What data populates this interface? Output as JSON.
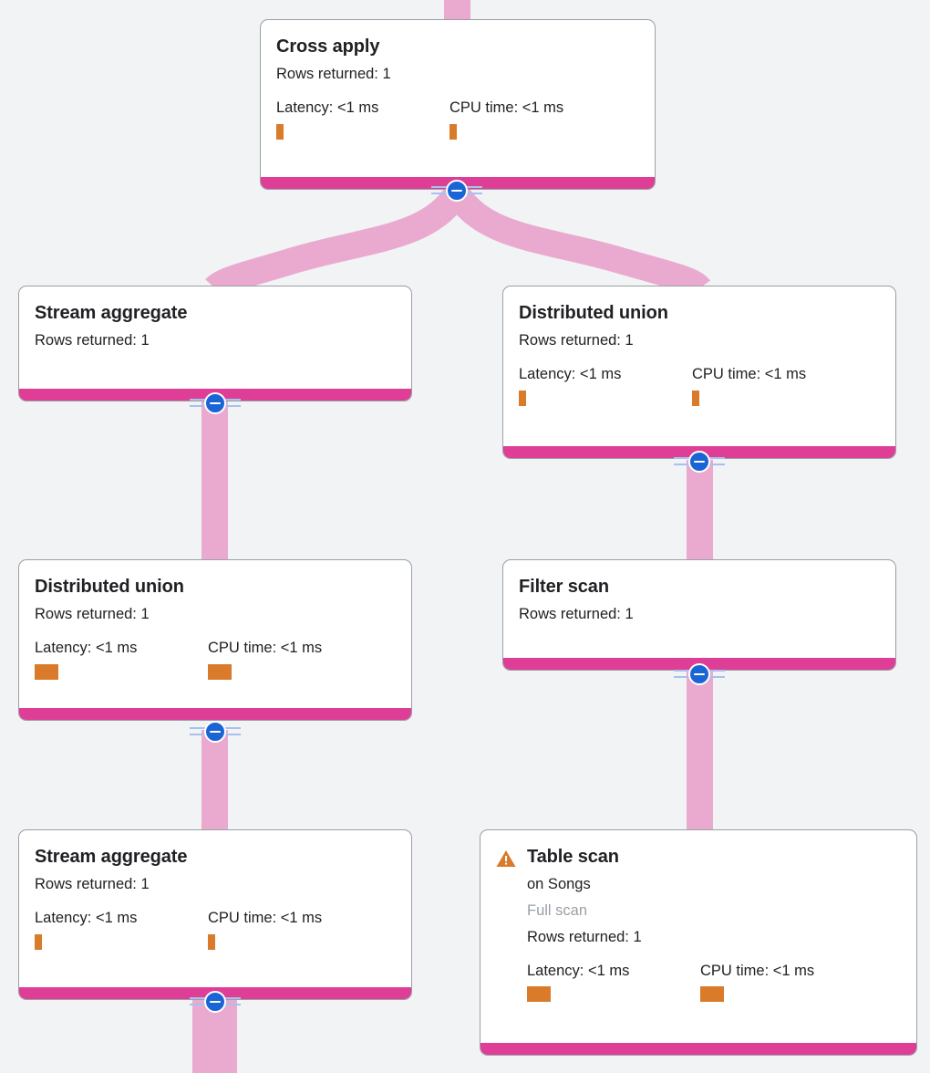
{
  "view": {
    "name": "query-execution-plan",
    "background_color": "#F1F3F4",
    "node_bar_color": "#DE3E96",
    "edge_color": "#EAAACF",
    "metric_bar_color": "#D97B2B",
    "toggle_color": "#1A65D6",
    "warning_color": "#D97B2B"
  },
  "labels": {
    "rows_returned_prefix": "Rows returned:",
    "latency_prefix": "Latency:",
    "cpu_prefix": "CPU time:"
  },
  "nodes": [
    {
      "id": "cross-apply",
      "title": "Cross apply",
      "rows_returned": "Rows returned: 1",
      "latency": "Latency: <1 ms",
      "cpu_time": "CPU time: <1 ms",
      "latency_bar_width": 8,
      "cpu_bar_width": 8,
      "has_warning": false,
      "subtitle": null,
      "scan_type": null
    },
    {
      "id": "stream-aggregate-top",
      "title": "Stream aggregate",
      "rows_returned": "Rows returned: 1",
      "latency": null,
      "cpu_time": null,
      "latency_bar_width": 0,
      "cpu_bar_width": 0,
      "has_warning": false,
      "subtitle": null,
      "scan_type": null
    },
    {
      "id": "distributed-union-right",
      "title": "Distributed union",
      "rows_returned": "Rows returned: 1",
      "latency": "Latency: <1 ms",
      "cpu_time": "CPU time: <1 ms",
      "latency_bar_width": 8,
      "cpu_bar_width": 8,
      "has_warning": false,
      "subtitle": null,
      "scan_type": null
    },
    {
      "id": "distributed-union-left",
      "title": "Distributed union",
      "rows_returned": "Rows returned: 1",
      "latency": "Latency: <1 ms",
      "cpu_time": "CPU time: <1 ms",
      "latency_bar_width": 26,
      "cpu_bar_width": 26,
      "has_warning": false,
      "subtitle": null,
      "scan_type": null
    },
    {
      "id": "filter-scan",
      "title": "Filter scan",
      "rows_returned": "Rows returned: 1",
      "latency": null,
      "cpu_time": null,
      "latency_bar_width": 0,
      "cpu_bar_width": 0,
      "has_warning": false,
      "subtitle": null,
      "scan_type": null
    },
    {
      "id": "stream-aggregate-bottom",
      "title": "Stream aggregate",
      "rows_returned": "Rows returned: 1",
      "latency": "Latency: <1 ms",
      "cpu_time": "CPU time: <1 ms",
      "latency_bar_width": 8,
      "cpu_bar_width": 8,
      "has_warning": false,
      "subtitle": null,
      "scan_type": null
    },
    {
      "id": "table-scan",
      "title": "Table scan",
      "rows_returned": "Rows returned: 1",
      "latency": "Latency: <1 ms",
      "cpu_time": "CPU time: <1 ms",
      "latency_bar_width": 26,
      "cpu_bar_width": 26,
      "has_warning": true,
      "subtitle": "on Songs",
      "scan_type": "Full scan"
    }
  ]
}
